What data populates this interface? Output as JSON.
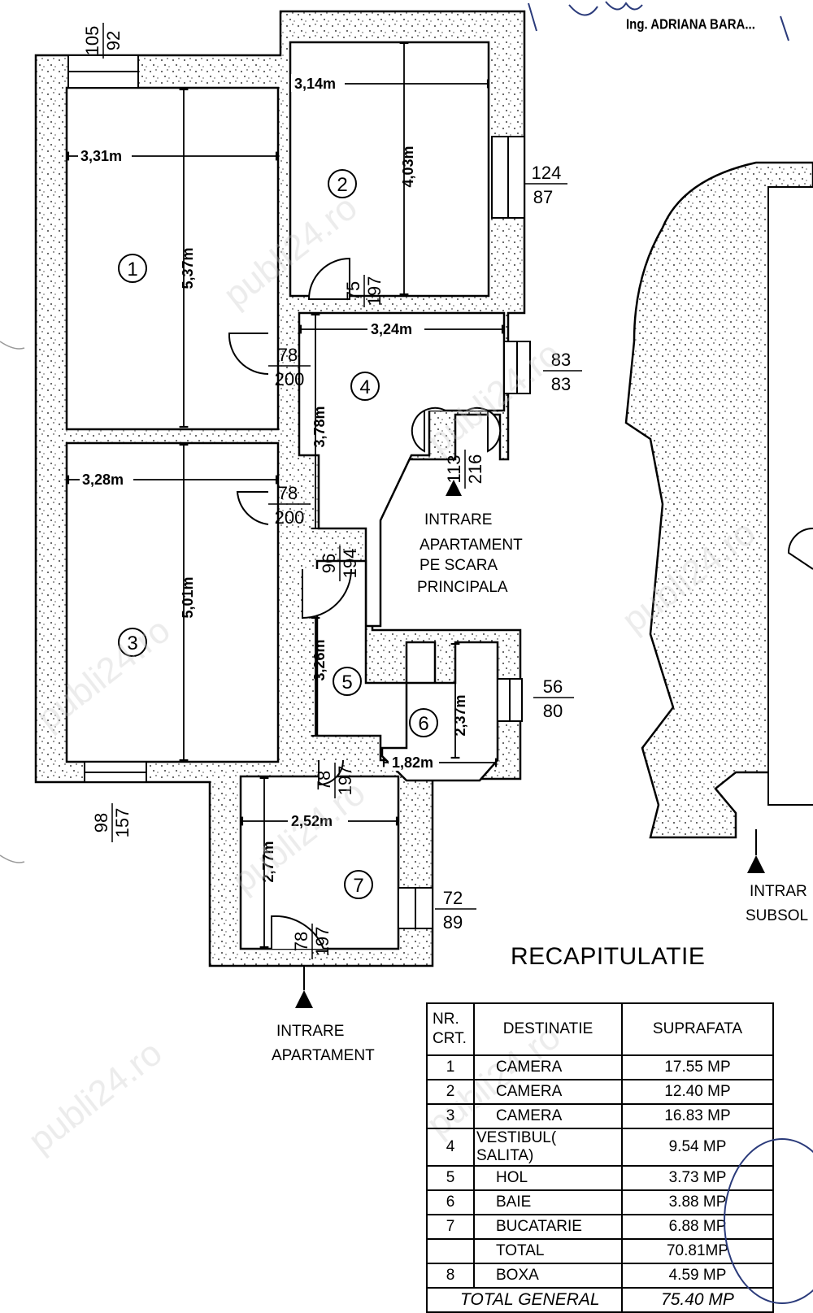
{
  "header": {
    "engineer": "Ing. ADRIANA BARA..."
  },
  "watermark": "publi24.ro",
  "rooms": [
    {
      "num": "1"
    },
    {
      "num": "2"
    },
    {
      "num": "3"
    },
    {
      "num": "4"
    },
    {
      "num": "5"
    },
    {
      "num": "6"
    },
    {
      "num": "7"
    }
  ],
  "dimensions": {
    "r1_width": "3,31m",
    "r1_height": "5,37m",
    "r2_width": "3,14m",
    "r2_height": "4,03m",
    "r3_width": "3,28m",
    "r3_height": "5,01m",
    "r4_width": "3,24m",
    "r4_height": "3,78m",
    "r5_height": "3,26m",
    "r6_width": "1,82m",
    "r6_height": "2,37m",
    "r7_width": "2,52m",
    "r7_height": "2,77m"
  },
  "openings": {
    "w_top_left": {
      "top": "105",
      "bottom": "92"
    },
    "w_room2": {
      "top": "124",
      "bottom": "87"
    },
    "d_room2": {
      "top": "75",
      "bottom": "197"
    },
    "d_room1": {
      "top": "78",
      "bottom": "200"
    },
    "w_room4": {
      "top": "83",
      "bottom": "83"
    },
    "d_main": {
      "top": "113",
      "bottom": "216"
    },
    "d_room3": {
      "top": "78",
      "bottom": "200"
    },
    "d_hall": {
      "top": "96",
      "bottom": "194"
    },
    "w_room6": {
      "top": "56",
      "bottom": "80"
    },
    "d_room6": {
      "top": "78",
      "bottom": "197"
    },
    "w_bottom_left": {
      "top": "98",
      "bottom": "157"
    },
    "w_room7": {
      "top": "72",
      "bottom": "89"
    },
    "d_entry": {
      "top": "78",
      "bottom": "197"
    }
  },
  "labels": {
    "main_entry": [
      "INTRARE",
      "APARTAMENT",
      "PE SCARA",
      "PRINCIPALA"
    ],
    "apt_entry": [
      "INTRARE",
      "APARTAMENT"
    ],
    "basement_entry": [
      "INTRAR",
      "SUBSOL"
    ]
  },
  "summary": {
    "title": "RECAPITULATIE",
    "headers": {
      "nr": "NR. CRT.",
      "dest": "DESTINATIE",
      "supr": "SUPRAFATA"
    },
    "rows": [
      {
        "nr": "1",
        "dest": "CAMERA",
        "area": "17.55 MP"
      },
      {
        "nr": "2",
        "dest": "CAMERA",
        "area": "12.40 MP"
      },
      {
        "nr": "3",
        "dest": "CAMERA",
        "area": "16.83 MP"
      },
      {
        "nr": "4",
        "dest": "VESTIBUL( SALITA)",
        "area": "9.54 MP"
      },
      {
        "nr": "5",
        "dest": "HOL",
        "area": "3.73 MP"
      },
      {
        "nr": "6",
        "dest": "BAIE",
        "area": "3.88 MP"
      },
      {
        "nr": "7",
        "dest": "BUCATARIE",
        "area": "6.88 MP"
      }
    ],
    "total": {
      "label": "TOTAL",
      "area": "70.81MP"
    },
    "boxa": {
      "nr": "8",
      "dest": "BOXA",
      "area": "4.59 MP"
    },
    "general": {
      "label": "TOTAL GENERAL",
      "area": "75.40 MP"
    }
  }
}
